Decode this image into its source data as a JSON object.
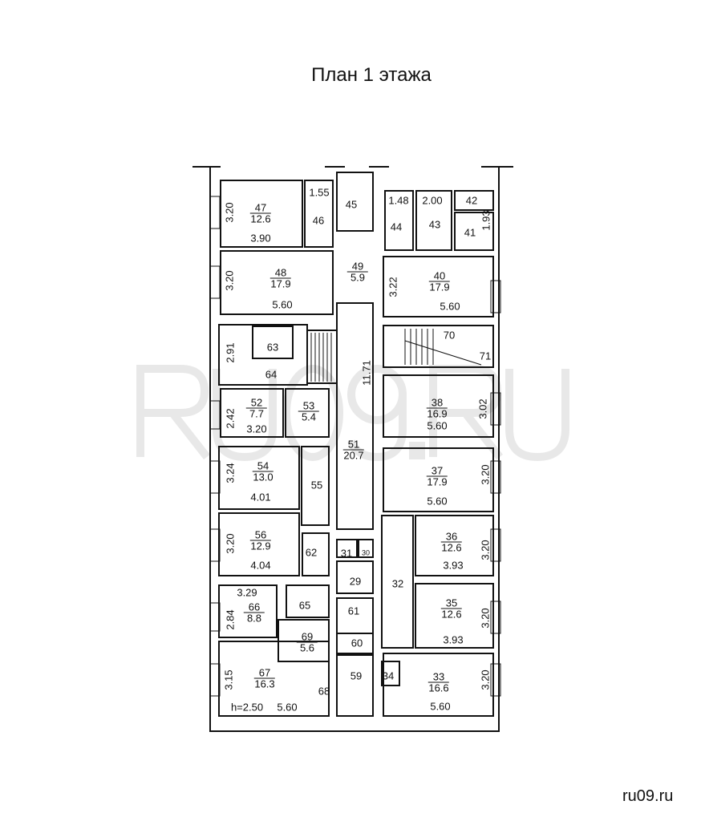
{
  "title": "План 1 этажа",
  "watermark": "RU09.RU",
  "footer": "ru09.ru",
  "corridor_length": "11.71",
  "rooms": {
    "r47": {
      "number": "47",
      "area": "12.6",
      "width": "3.90",
      "depth": "3.20"
    },
    "r46": {
      "number": "46",
      "width": "1.55"
    },
    "r45": {
      "number": "45"
    },
    "r44": {
      "number": "44",
      "width": "1.48"
    },
    "r43": {
      "number": "43",
      "width": "2.00"
    },
    "r42": {
      "number": "42"
    },
    "r41": {
      "number": "41",
      "depth": "1.93"
    },
    "r48": {
      "number": "48",
      "area": "17.9",
      "width": "5.60",
      "depth": "3.20"
    },
    "r49": {
      "number": "49",
      "area": "5.9"
    },
    "r40": {
      "number": "40",
      "area": "17.9",
      "width": "5.60",
      "depth": "3.22"
    },
    "r63": {
      "number": "63"
    },
    "r64": {
      "number": "64",
      "depth": "2.91"
    },
    "r70": {
      "number": "70"
    },
    "r71": {
      "number": "71"
    },
    "r52": {
      "number": "52",
      "area": "7.7",
      "width": "3.20",
      "depth": "2.42"
    },
    "r53": {
      "number": "53",
      "area": "5.4"
    },
    "r51": {
      "number": "51",
      "area": "20.7"
    },
    "r38": {
      "number": "38",
      "area": "16.9",
      "width": "5.60",
      "depth": "3.02"
    },
    "r54": {
      "number": "54",
      "area": "13.0",
      "width": "4.01",
      "depth": "3.24"
    },
    "r55": {
      "number": "55"
    },
    "r37": {
      "number": "37",
      "area": "17.9",
      "width": "5.60",
      "depth": "3.20"
    },
    "r56": {
      "number": "56",
      "area": "12.9",
      "width": "4.04",
      "depth": "3.20"
    },
    "r62": {
      "number": "62"
    },
    "r31": {
      "number": "31"
    },
    "r30": {
      "number": "30"
    },
    "r29": {
      "number": "29"
    },
    "r32": {
      "number": "32"
    },
    "r36": {
      "number": "36",
      "area": "12.6",
      "width": "3.93",
      "depth": "3.20"
    },
    "r66": {
      "number": "66",
      "area": "8.8",
      "width": "3.29",
      "depth": "2.84"
    },
    "r65": {
      "number": "65"
    },
    "r61": {
      "number": "61"
    },
    "r35": {
      "number": "35",
      "area": "12.6",
      "width": "3.93",
      "depth": "3.20"
    },
    "r69": {
      "number": "69",
      "area": "5.6"
    },
    "r60": {
      "number": "60"
    },
    "r67": {
      "number": "67",
      "area": "16.3",
      "width": "5.60",
      "depth": "3.15",
      "height": "h=2.50"
    },
    "r68": {
      "number": "68"
    },
    "r59": {
      "number": "59"
    },
    "r34": {
      "number": "34"
    },
    "r33": {
      "number": "33",
      "area": "16.6",
      "width": "5.60",
      "depth": "3.20"
    }
  }
}
